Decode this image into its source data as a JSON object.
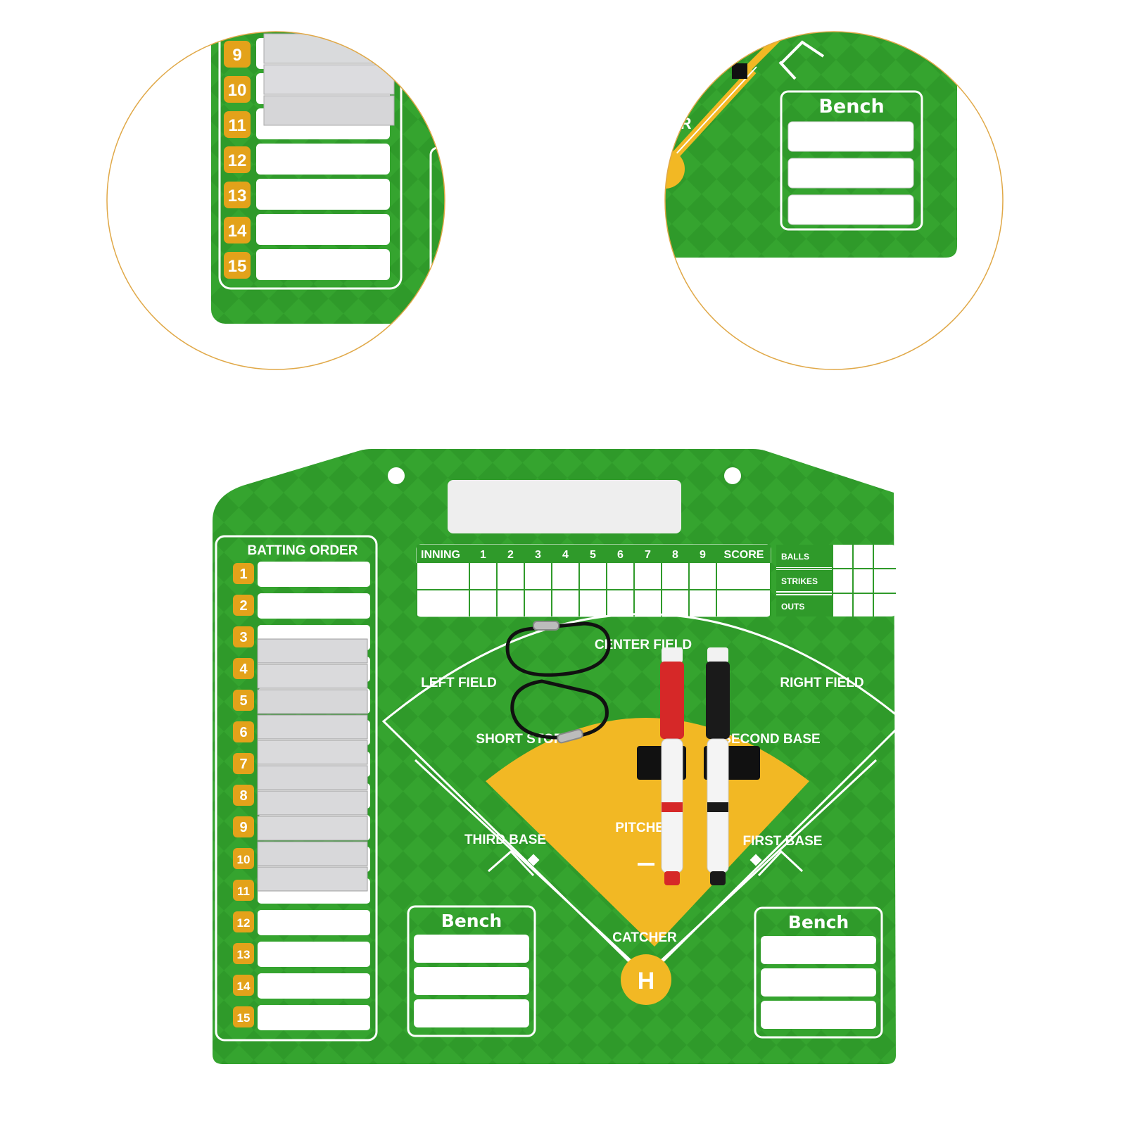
{
  "board": {
    "batting_order_title": "BATTING ORDER",
    "batting_numbers": [
      "1",
      "2",
      "3",
      "4",
      "5",
      "6",
      "7",
      "8",
      "9",
      "10",
      "11",
      "12",
      "13",
      "14",
      "15"
    ],
    "scoreboard": {
      "inning_label": "INNING",
      "innings": [
        "1",
        "2",
        "3",
        "4",
        "5",
        "6",
        "7",
        "8",
        "9"
      ],
      "score_label": "SCORE"
    },
    "count": {
      "balls": "BALLS",
      "strikes": "STRIKES",
      "outs": "OUTS"
    },
    "positions": {
      "center_field": "CENTER FIELD",
      "left_field": "LEFT FIELD",
      "right_field": "RIGHT FIELD",
      "short_stop": "SHORT STOP",
      "second_base": "SECOND BASE",
      "third_base": "THIRD BASE",
      "first_base": "FIRST BASE",
      "pitcher": "PITCHER",
      "catcher": "CATCHER"
    },
    "bench_label": "Bench"
  },
  "zoom_left": {
    "numbers": [
      "9",
      "10",
      "11",
      "12",
      "13",
      "14",
      "15"
    ]
  },
  "zoom_right": {
    "bench_label": "Bench",
    "partial_label": "ER"
  },
  "colors": {
    "field_green": "#2f9a2a",
    "field_green_dark": "#238a22",
    "infield_yellow": "#f2b824",
    "number_badge": "#e3a21a",
    "zoom_circle_stroke": "#e0a847"
  }
}
